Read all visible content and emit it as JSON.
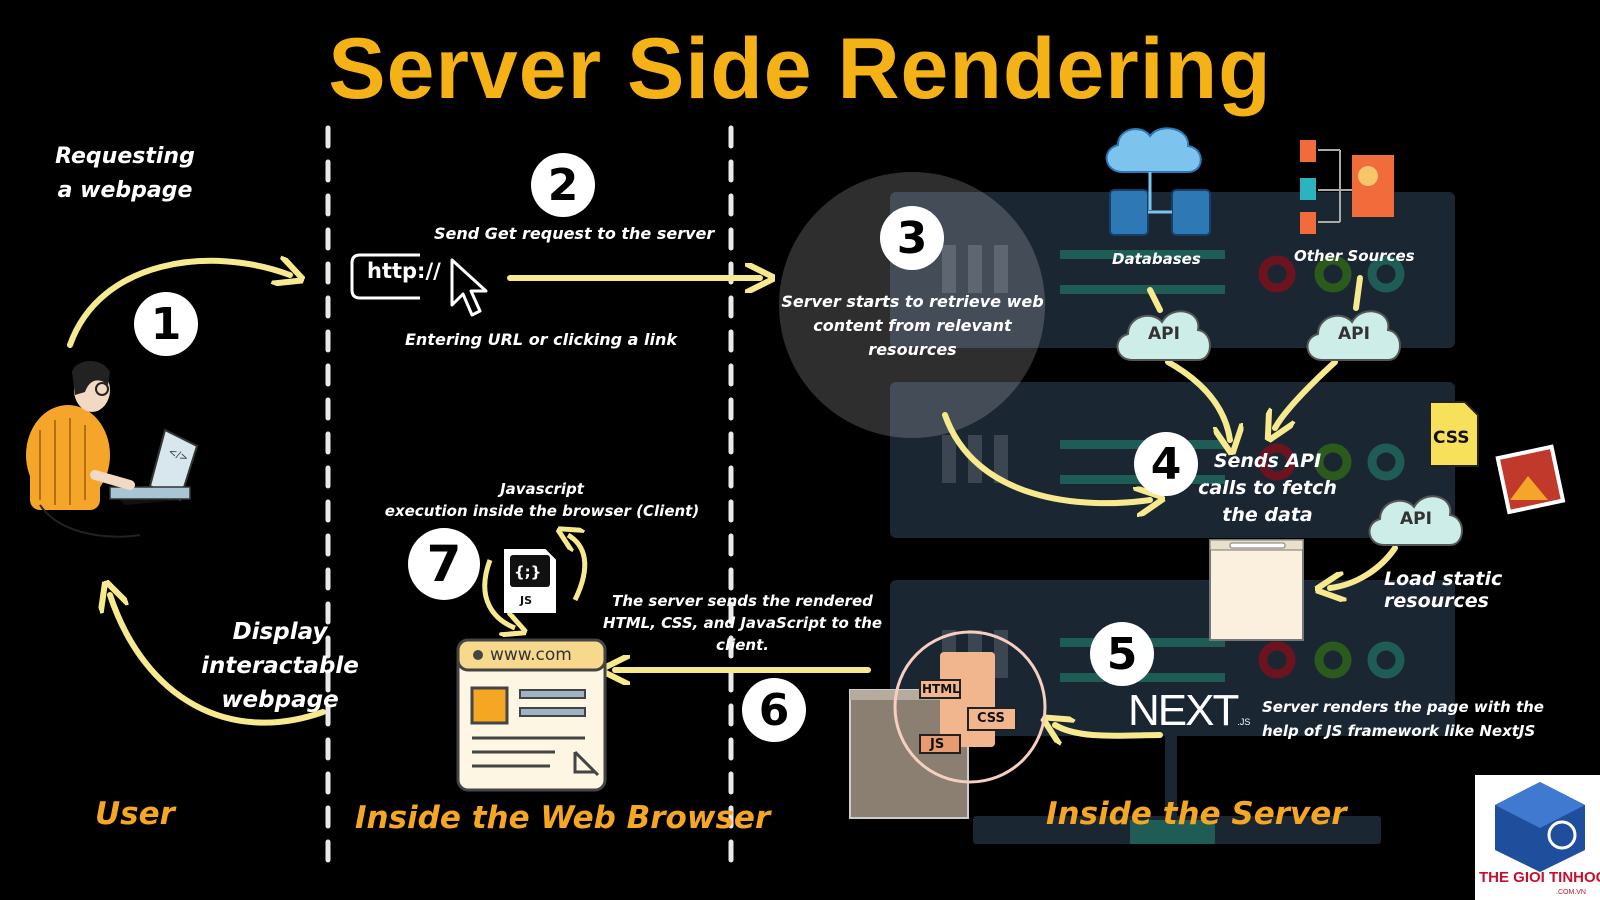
{
  "title": "Server Side Rendering",
  "lanes": {
    "user": "User",
    "browser": "Inside the Web Browser",
    "server": "Inside the Server"
  },
  "steps": {
    "s1": {
      "num": "1",
      "text_line1": "Requesting",
      "text_line2": "a webpage"
    },
    "s2": {
      "num": "2",
      "text": "Send Get request to the server",
      "url": "http://",
      "sub": "Entering URL or clicking a link"
    },
    "s3": {
      "num": "3",
      "text_line1": "Server  starts to retrieve web",
      "text_line2": "content from relevant",
      "text_line3": "resources"
    },
    "s4": {
      "num": "4",
      "text_line1": "Sends API",
      "text_line2": "calls to fetch",
      "text_line3": "the data"
    },
    "s5": {
      "num": "5",
      "text_line1": "Server renders the page with the",
      "text_line2": "help of  JS framework like NextJS"
    },
    "s6": {
      "num": "6",
      "text_line1": "The server sends the rendered",
      "text_line2": "HTML, CSS, and JavaScript to the",
      "text_line3": "client."
    },
    "s7": {
      "num": "7",
      "text_line1": "Javascript",
      "text_line2": "execution inside the browser (Client)"
    }
  },
  "display_line1": "Display interactable",
  "display_line2": "webpage",
  "sources": {
    "databases": "Databases",
    "other": "Other Sources",
    "load_static": "Load static resources"
  },
  "icons": {
    "api": "API",
    "css": "CSS",
    "js": "JS",
    "json": "{;}",
    "html": "HTML",
    "next": "NEXT",
    "next_suffix": ".JS",
    "laptop_code": "</>"
  },
  "browser_url": "www.com",
  "watermark": {
    "name": "THE GIOI TINHOC",
    "domain": ".COM.VN"
  },
  "colors": {
    "title": "#F5B216",
    "lane": "#F5A623",
    "arrow": "#F7EA8E",
    "panel": "#1B2633",
    "teal": "#1F5C55"
  }
}
